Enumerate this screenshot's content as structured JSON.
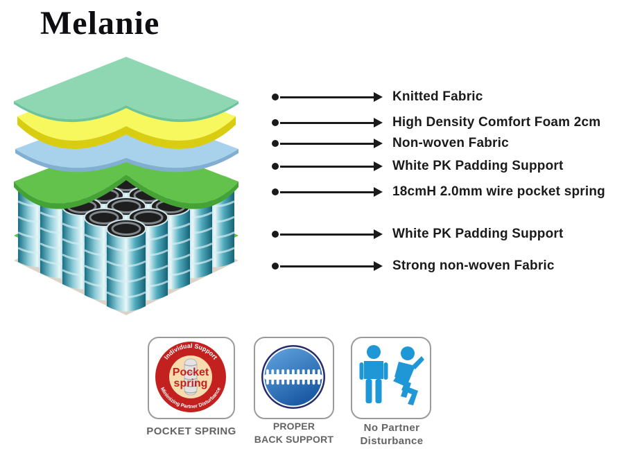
{
  "title": "Melanie",
  "layer_labels": [
    {
      "text": "Knitted Fabric"
    },
    {
      "text": "High Density Comfort Foam 2cm"
    },
    {
      "text": "Non-woven Fabric"
    },
    {
      "text": "White PK Padding Support"
    },
    {
      "text": "18cmH 2.0mm wire pocket spring"
    },
    {
      "text": "White PK Padding Support"
    },
    {
      "text": "Strong non-woven Fabric"
    }
  ],
  "badges": [
    {
      "ring_top": "Individual Support",
      "ring_bottom": "Minimizing Partner Disturbance",
      "center_line1": "Pocket",
      "center_line2": "spring",
      "caption": "POCKET SPRING"
    },
    {
      "caption_line1": "PROPER",
      "caption_line2": "BACK SUPPORT"
    },
    {
      "caption_line1": "No Partner",
      "caption_line2": "Disturbance"
    }
  ],
  "icons": [
    "bullet-dot-icon",
    "arrow-right-icon",
    "pocket-spring-seal-icon",
    "spine-back-support-icon",
    "no-partner-disturbance-icon"
  ],
  "colors": {
    "ink": "#1a1a1a",
    "mint": "#8fd7b3",
    "mint_edge": "#6cc39c",
    "yellow": "#f7f75e",
    "yellow_edge": "#d9cd12",
    "blue": "#a8d1ec",
    "blue_edge": "#82aed2",
    "green": "#63c24b",
    "green_edge": "#45a336",
    "beige": "#d9d4c7",
    "spring_teal_dark": "#156276",
    "spring_teal_light": "#e9f7f9",
    "badge_red": "#c3211f",
    "badge_cream": "#f6dcae",
    "badge_blue_dark": "#1b5aa4",
    "badge_blue_light": "#63a6e0",
    "badge_navy_rim": "#252c6e",
    "person_blue": "#1f97d6",
    "caption": "#636363"
  }
}
